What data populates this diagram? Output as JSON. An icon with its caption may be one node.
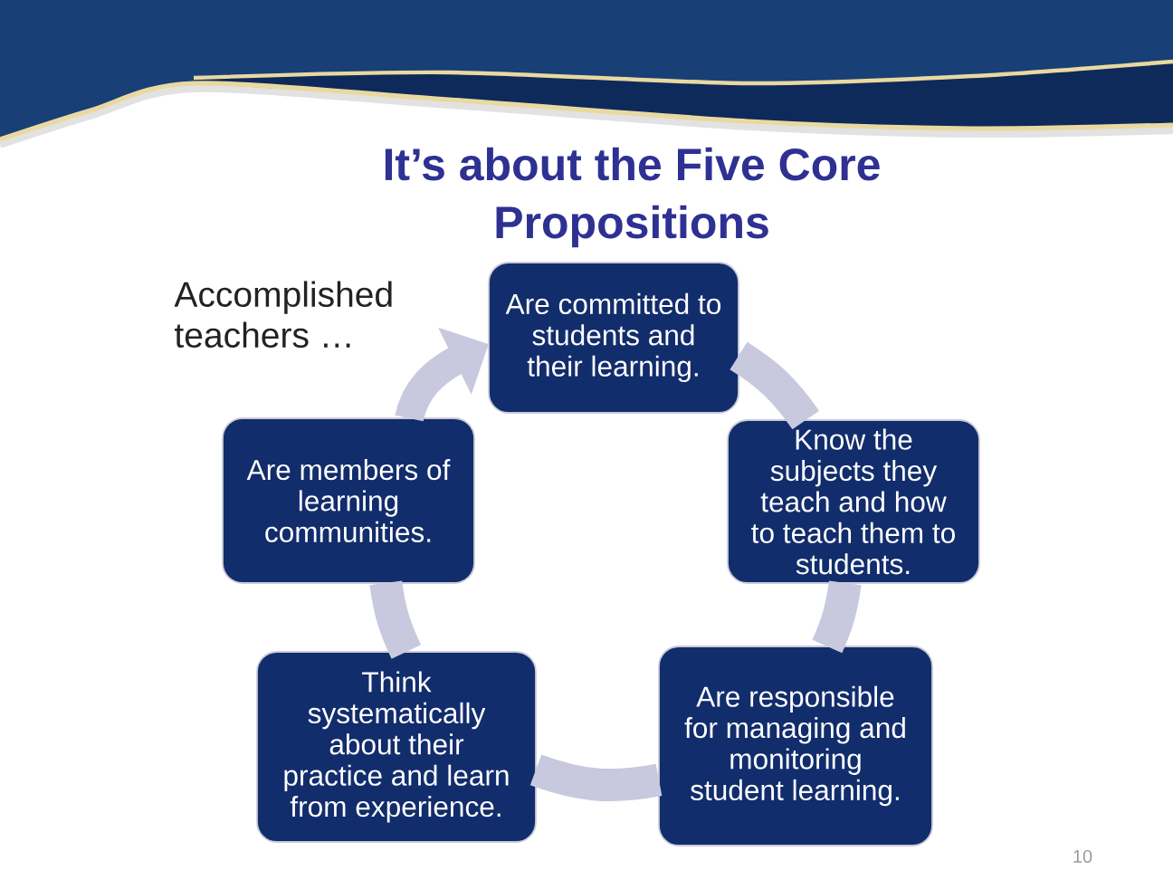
{
  "diagram": {
    "title": "It’s about the Five Core Propositions",
    "nodes": [
      {
        "text": [
          "Are committed to students and their learning."
        ]
      },
      {
        "text": [
          "Know the subjects they teach and how to teach them to students."
        ]
      },
      {
        "text": [
          "Are responsible for managing and monitoring student learning."
        ]
      },
      {
        "text": [
          "Think systematically about their practice and learn from experience."
        ]
      },
      {
        "text": [
          "Are members of learning communities."
        ]
      }
    ],
    "edges": [
      {
        "from": 0,
        "to": 1,
        "arrow": "none"
      },
      {
        "from": 1,
        "to": 2,
        "arrow": "none"
      },
      {
        "from": 2,
        "to": 3,
        "arrow": "none"
      },
      {
        "from": 3,
        "to": 4,
        "arrow": "none"
      },
      {
        "from": 4,
        "to": 0,
        "arrow": "to"
      }
    ],
    "labels": [
      "Accomplished teachers …",
      "10"
    ]
  }
}
